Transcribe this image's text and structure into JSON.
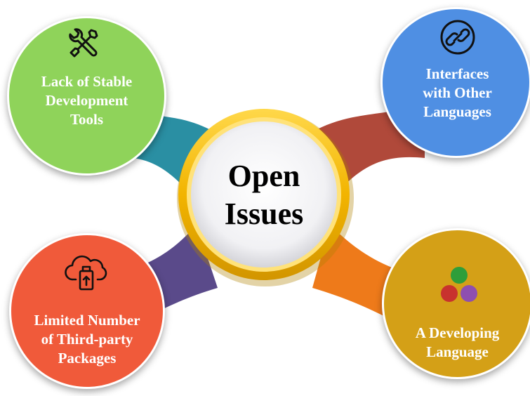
{
  "center": {
    "line1": "Open",
    "line2": "Issues"
  },
  "nodes": {
    "top_left": {
      "lines": [
        "Lack of Stable",
        "Development",
        "Tools"
      ],
      "icon": "tools-icon",
      "color": "#8fd35a"
    },
    "top_right": {
      "lines": [
        "Interfaces",
        "with Other",
        "Languages"
      ],
      "icon": "link-icon",
      "color": "#4f8fe3"
    },
    "bottom_left": {
      "lines": [
        "Limited Number",
        "of Third-party",
        "Packages"
      ],
      "icon": "cloud-usb-icon",
      "color": "#f05a3a"
    },
    "bottom_right": {
      "lines": [
        "A Developing",
        "Language"
      ],
      "icon": "three-circles-icon",
      "color": "#d4a017"
    }
  },
  "connector_colors": {
    "top_left": "#2a8fa3",
    "top_right": "#b0493a",
    "bottom_left": "#5a4a8a",
    "bottom_right": "#ee7a1a"
  }
}
